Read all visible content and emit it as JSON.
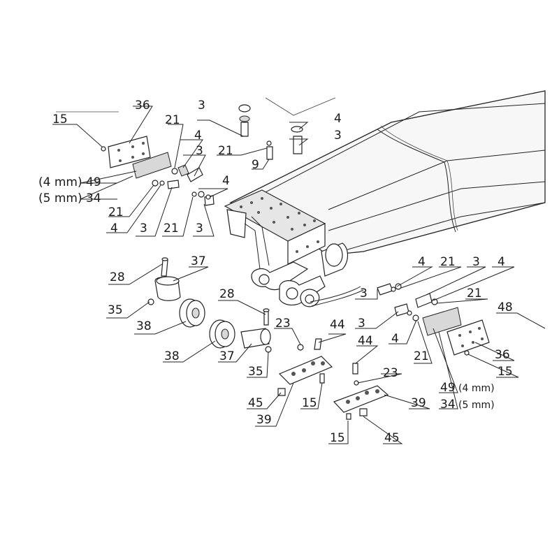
{
  "callouts": {
    "c15_top": "15",
    "c36_top": "36",
    "c3_top": "3",
    "c21_a": "21",
    "c4_a": "4",
    "c3_a": "3",
    "c4_top_right": "4",
    "c3_top_right": "3",
    "c21_b": "21",
    "c9": "9",
    "c49_left": "(4 mm) 49",
    "c34_left": "(5 mm) 34",
    "c4_b": "4",
    "c21_c": "21",
    "c4_c": "4",
    "c3_c": "3",
    "c21_d": "21",
    "c3_d": "3",
    "c28_left": "28",
    "c37_left": "37",
    "c35_left": "35",
    "c38_left": "38",
    "c28_mid": "28",
    "c38_mid": "38",
    "c37_mid": "37",
    "c35_mid": "35",
    "c23_mid": "23",
    "c44_mid": "44",
    "c44_low": "44",
    "c23_low": "23",
    "c45_left": "45",
    "c15_mid": "15",
    "c39_left": "39",
    "c39_right": "39",
    "c15_low": "15",
    "c45_low": "45",
    "c4_r1": "4",
    "c21_r1": "21",
    "c3_r1": "3",
    "c4_r2": "4",
    "c3_r2": "3",
    "c21_r2": "21",
    "c48": "48",
    "c3_r3": "3",
    "c4_r3": "4",
    "c21_r3": "21",
    "c36_right": "36",
    "c15_right": "15",
    "c49_right": "49",
    "c49_right_unit": "(4 mm)",
    "c34_right": "34",
    "c34_right_unit": "(5 mm)"
  }
}
